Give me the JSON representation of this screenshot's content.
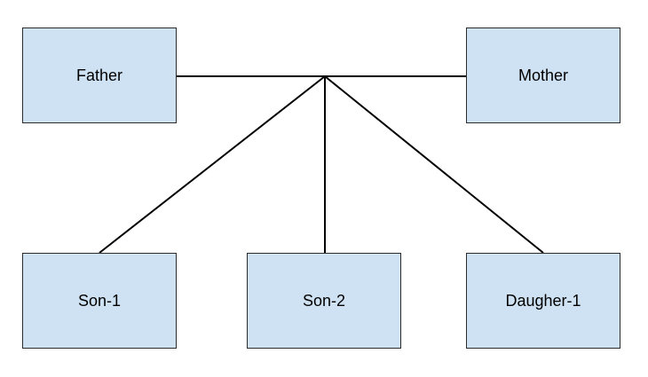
{
  "diagram": {
    "nodes": {
      "father": "Father",
      "mother": "Mother",
      "son_1": "Son-1",
      "son_2": "Son-2",
      "daughter_1": "Daugher-1"
    },
    "edges": [
      {
        "from": "father",
        "to": "mother",
        "type": "marriage-line"
      },
      {
        "from": "marriage-junction",
        "to": "son_1",
        "type": "child-line"
      },
      {
        "from": "marriage-junction",
        "to": "son_2",
        "type": "child-line"
      },
      {
        "from": "marriage-junction",
        "to": "daughter_1",
        "type": "child-line"
      }
    ],
    "colors": {
      "node_fill": "#cfe2f3",
      "node_border": "#2b2b2b",
      "line": "#000000"
    }
  }
}
